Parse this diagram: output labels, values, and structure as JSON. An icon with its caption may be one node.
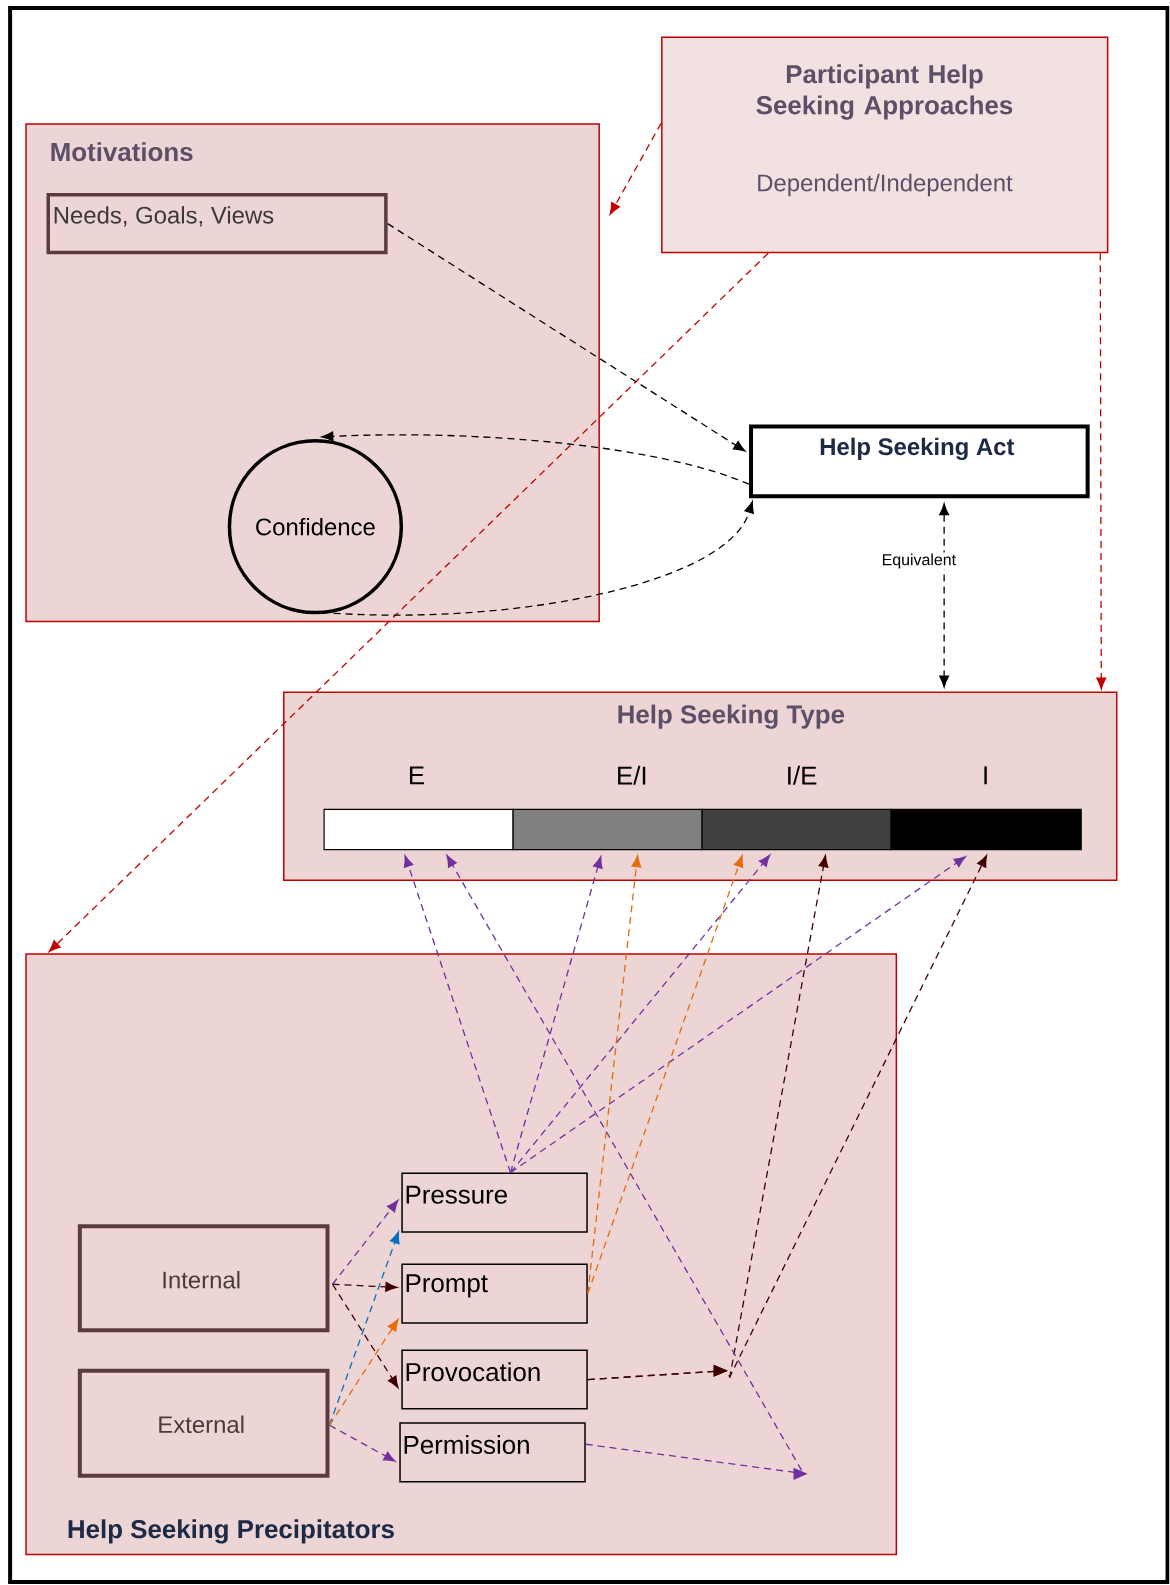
{
  "diagram": {
    "nodes": [
      {
        "text": [
          "Participant Help Seeking Approaches",
          "Dependent/Independent"
        ]
      },
      {
        "text": [
          "Motivations"
        ]
      },
      {
        "text": [
          "Needs, Goals, Views"
        ],
        "in": 1
      },
      {
        "text": [
          "Confidence"
        ],
        "in": 1
      },
      {
        "text": [
          "Help Seeking Act"
        ]
      },
      {
        "text": [
          "Help Seeking Type"
        ]
      },
      {
        "text": [
          "E"
        ],
        "in": 5
      },
      {
        "text": [
          "E/I"
        ],
        "in": 5
      },
      {
        "text": [
          "I/E"
        ],
        "in": 5
      },
      {
        "text": [
          "I"
        ],
        "in": 5
      },
      {
        "text": [
          "Help Seeking Precipitators"
        ]
      },
      {
        "text": [
          "Internal"
        ],
        "in": 10
      },
      {
        "text": [
          "External"
        ],
        "in": 10
      },
      {
        "text": [
          "Pressure"
        ],
        "in": 10
      },
      {
        "text": [
          "Prompt"
        ],
        "in": 10
      },
      {
        "text": [
          "Provocation"
        ],
        "in": 10
      },
      {
        "text": [
          "Permission"
        ],
        "in": 10
      }
    ],
    "edges": [
      {
        "from": 0,
        "to": 1,
        "arrow": "to",
        "style": "dashed",
        "color": "#c00000"
      },
      {
        "from": 0,
        "to": 10,
        "arrow": "to",
        "style": "dashed",
        "color": "#c00000"
      },
      {
        "from": 0,
        "to": 5,
        "arrow": "to",
        "style": "dashed",
        "color": "#c00000"
      },
      {
        "from": 2,
        "to": 4,
        "arrow": "to",
        "style": "dashed",
        "color": "#000000"
      },
      {
        "from": 4,
        "to": 3,
        "arrow": "to",
        "style": "dashed",
        "color": "#000000"
      },
      {
        "from": 3,
        "to": 4,
        "arrow": "to",
        "style": "dashed",
        "color": "#000000"
      },
      {
        "from": 4,
        "to": 5,
        "arrow": "both",
        "style": "dashed",
        "color": "#000000",
        "label": "Equivalent"
      },
      {
        "from": 11,
        "to": 13,
        "arrow": "to",
        "style": "dashed",
        "color": "#7030a0"
      },
      {
        "from": 11,
        "to": 14,
        "arrow": "to",
        "style": "dashed",
        "color": "#3f0000"
      },
      {
        "from": 11,
        "to": 15,
        "arrow": "to",
        "style": "dashed",
        "color": "#3f0000"
      },
      {
        "from": 12,
        "to": 13,
        "arrow": "to",
        "style": "dashed",
        "color": "#0070c0"
      },
      {
        "from": 12,
        "to": 14,
        "arrow": "to",
        "style": "dashed",
        "color": "#e46c0a"
      },
      {
        "from": 12,
        "to": 16,
        "arrow": "to",
        "style": "dashed",
        "color": "#7030a0"
      },
      {
        "from": 13,
        "to": 6,
        "arrow": "to",
        "style": "dashed",
        "color": "#7030a0"
      },
      {
        "from": 13,
        "to": 7,
        "arrow": "to",
        "style": "dashed",
        "color": "#7030a0"
      },
      {
        "from": 13,
        "to": 8,
        "arrow": "to",
        "style": "dashed",
        "color": "#7030a0"
      },
      {
        "from": 13,
        "to": 9,
        "arrow": "to",
        "style": "dashed",
        "color": "#7030a0"
      },
      {
        "from": 14,
        "to": 7,
        "arrow": "to",
        "style": "dashed",
        "color": "#e46c0a"
      },
      {
        "from": 14,
        "to": 8,
        "arrow": "to",
        "style": "dashed",
        "color": "#e46c0a"
      },
      {
        "from": 15,
        "to": 8,
        "arrow": "to",
        "style": "dashed",
        "color": "#3f0000"
      },
      {
        "from": 15,
        "to": 9,
        "arrow": "to",
        "style": "dashed",
        "color": "#3f0000"
      },
      {
        "from": 16,
        "to": 6,
        "arrow": "to",
        "style": "dashed",
        "color": "#7030a0"
      }
    ]
  }
}
